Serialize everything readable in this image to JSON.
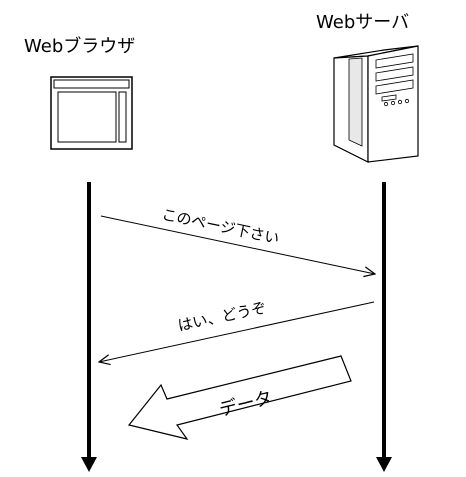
{
  "browser": {
    "label": "Webブラウザ"
  },
  "server": {
    "label": "Webサーバ"
  },
  "messages": {
    "request": "このページ下さい",
    "response": "はい、どうぞ",
    "data": "データ"
  }
}
